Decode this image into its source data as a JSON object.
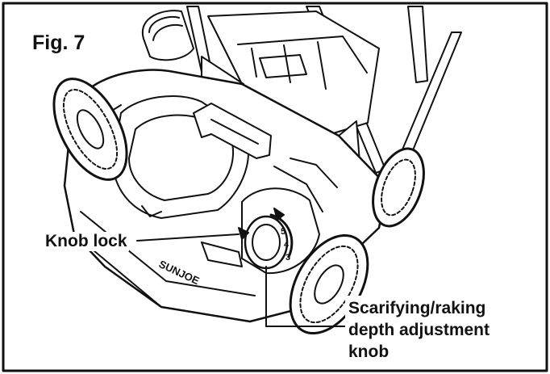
{
  "figure": {
    "title": "Fig. 7",
    "brand_logo": "SUNJOE",
    "dial_numbers": [
      "5",
      "4",
      "3"
    ]
  },
  "callouts": {
    "knob_lock": "Knob lock",
    "depth_knob": [
      "Scarifying/raking",
      "depth adjustment",
      "knob"
    ]
  },
  "colors": {
    "ink": "#111111",
    "background": "#ffffff"
  }
}
